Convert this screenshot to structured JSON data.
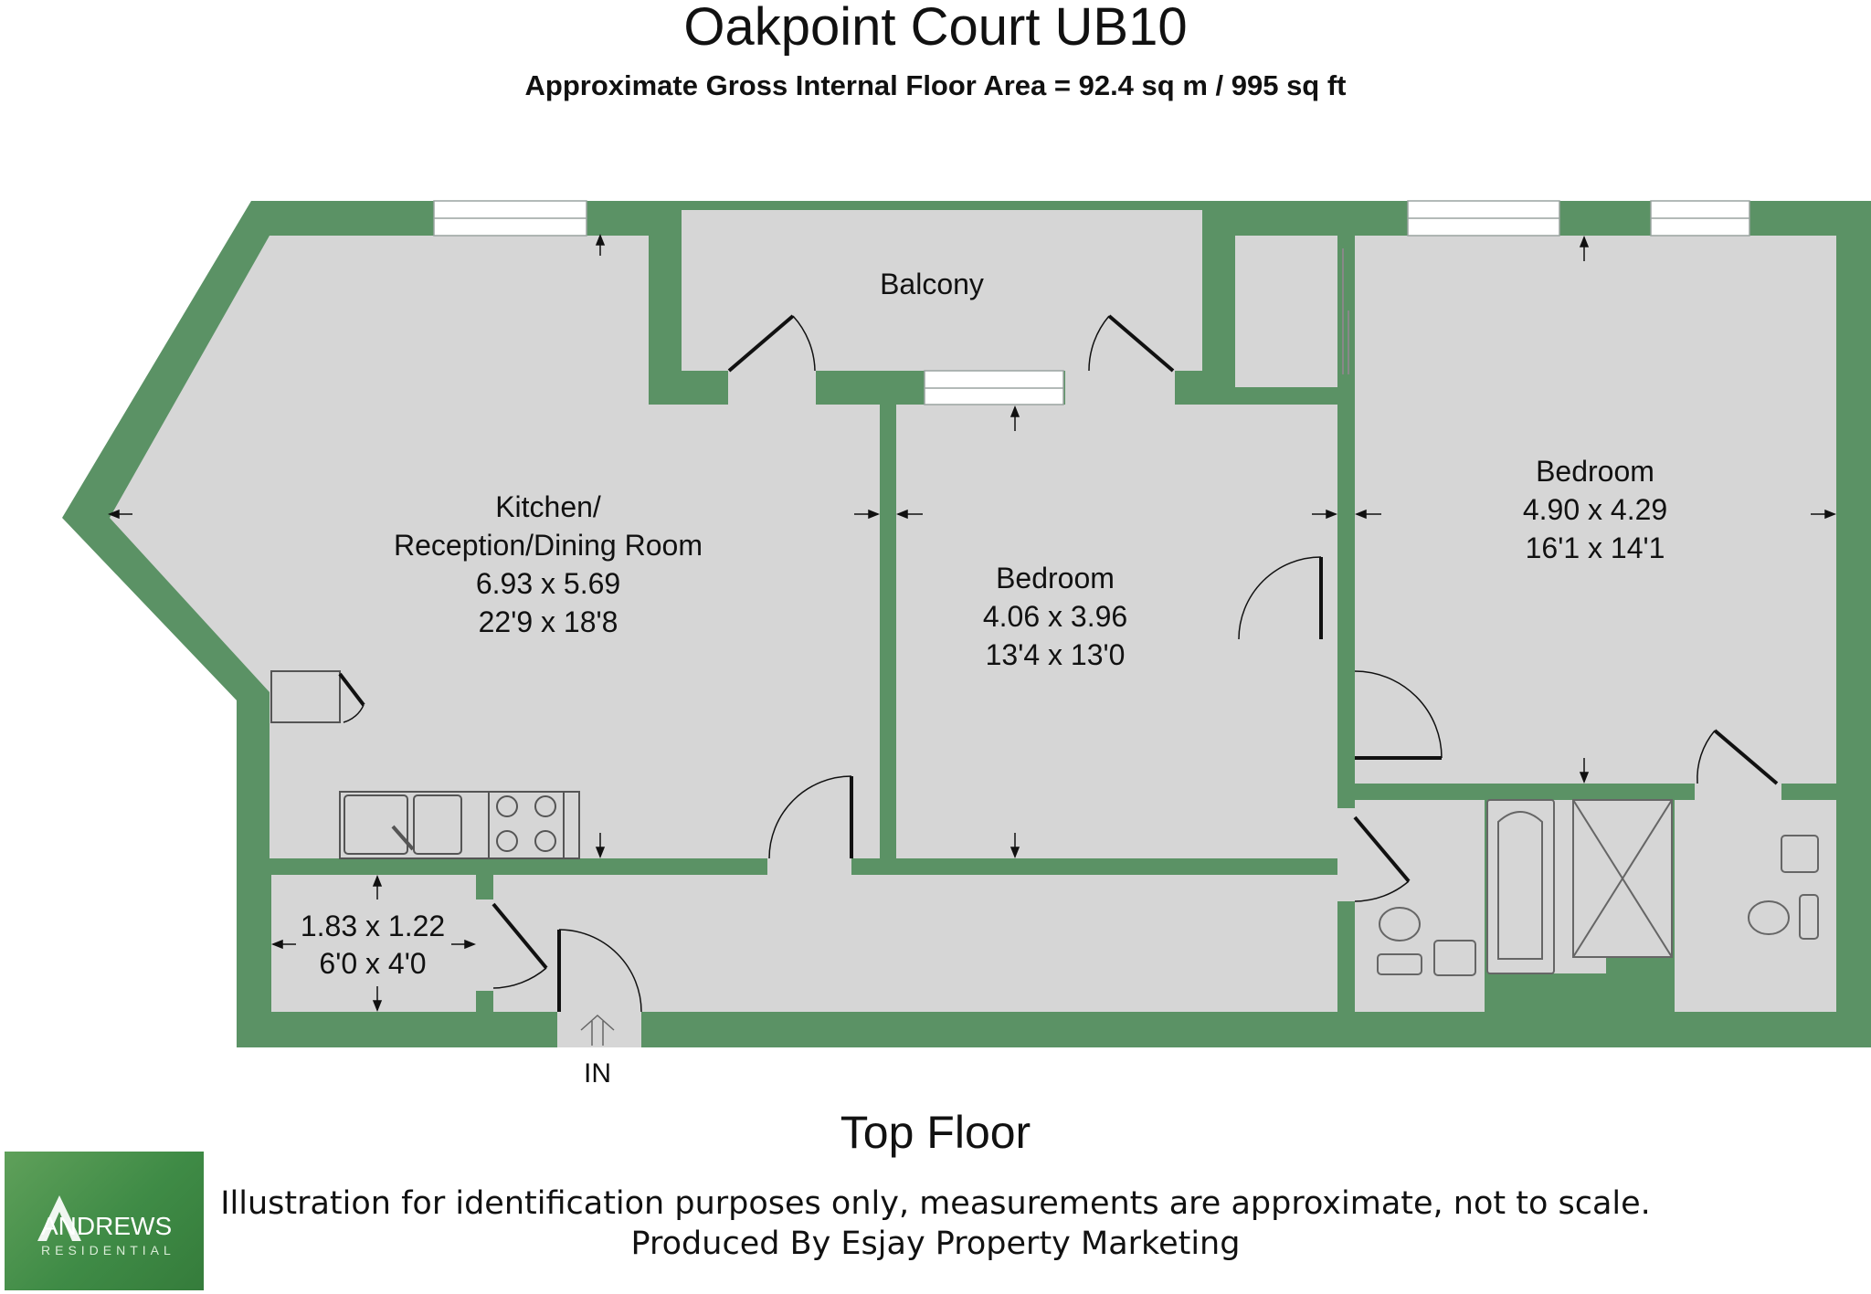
{
  "header": {
    "title": "Oakpoint Court UB10",
    "subtitle": "Approximate Gross Internal Floor Area = 92.4 sq m / 995 sq ft"
  },
  "rooms": {
    "balcony": {
      "name": "Balcony"
    },
    "kitchen": {
      "name_line1": "Kitchen/",
      "name_line2": "Reception/Dining Room",
      "metric": "6.93 x 5.69",
      "imperial": "22'9 x 18'8"
    },
    "bedroom_middle": {
      "name": "Bedroom",
      "metric": "4.06 x 3.96",
      "imperial": "13'4 x 13'0"
    },
    "bedroom_right": {
      "name": "Bedroom",
      "metric": "4.90 x 4.29",
      "imperial": "16'1 x 14'1"
    },
    "store": {
      "metric": "1.83 x 1.22",
      "imperial": "6'0 x 4'0"
    }
  },
  "entrance": {
    "label": "IN"
  },
  "floor": {
    "label": "Top Floor"
  },
  "footer": {
    "line1": "Illustration for identification purposes only, measurements are approximate, not to scale.",
    "line2": "Produced By Esjay Property Marketing"
  },
  "logo": {
    "name": "ANDREWS",
    "sub": "RESIDENTIAL"
  },
  "colors": {
    "wall": "#5b9265",
    "floor": "#d6d6d6",
    "line": "#111111",
    "logo": "#4a9350"
  }
}
